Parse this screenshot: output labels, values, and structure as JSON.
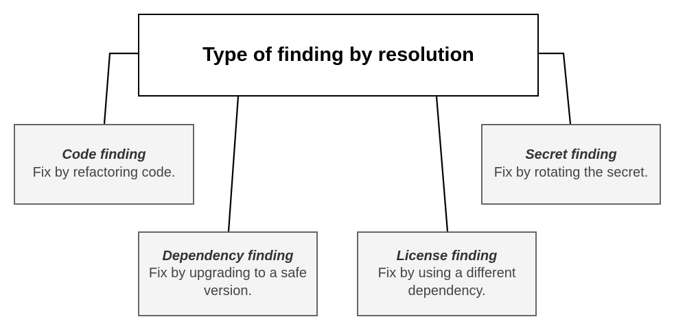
{
  "diagram": {
    "type": "tree",
    "background_color": "#ffffff",
    "root": {
      "id": "root",
      "title": "Type of finding by resolution",
      "fill_color": "#ffffff",
      "border_color": "#000000"
    },
    "children": [
      {
        "id": "code",
        "title": "Code finding",
        "description": "Fix by refactoring code.",
        "fill_color": "#f4f4f4",
        "border_color": "#666666"
      },
      {
        "id": "dependency",
        "title": "Dependency finding",
        "description": "Fix by upgrading to a safe version.",
        "fill_color": "#f4f4f4",
        "border_color": "#666666"
      },
      {
        "id": "license",
        "title": "License finding",
        "description": "Fix by using a different dependency.",
        "fill_color": "#f4f4f4",
        "border_color": "#666666"
      },
      {
        "id": "secret",
        "title": "Secret finding",
        "description": "Fix by rotating the secret.",
        "fill_color": "#f4f4f4",
        "border_color": "#666666"
      }
    ],
    "connector_color": "#000000"
  }
}
